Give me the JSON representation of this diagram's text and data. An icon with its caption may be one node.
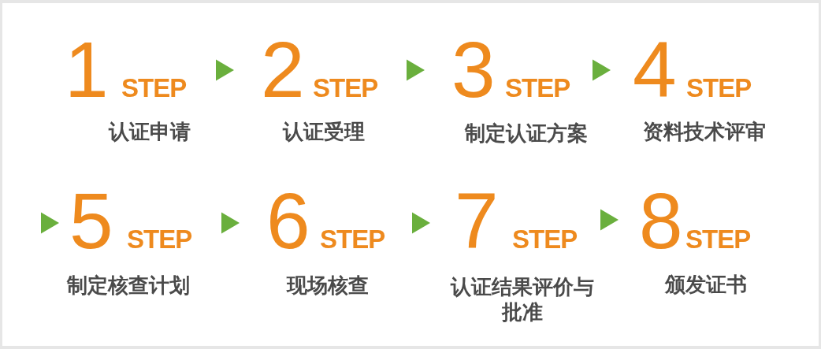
{
  "diagram": {
    "nodes": [
      {
        "text": [
          "1",
          "STEP",
          "认证申请"
        ]
      },
      {
        "text": [
          "2",
          "STEP",
          "认证受理"
        ]
      },
      {
        "text": [
          "3",
          "STEP",
          "制定认证方案"
        ]
      },
      {
        "text": [
          "4",
          "STEP",
          "资料技术评审"
        ]
      },
      {
        "text": [
          "5",
          "STEP",
          "制定核查计划"
        ]
      },
      {
        "text": [
          "6",
          "STEP",
          "现场核查"
        ]
      },
      {
        "text": [
          "7",
          "STEP",
          "认证结果评价与批准"
        ]
      },
      {
        "text": [
          "8",
          "STEP",
          "颁发证书"
        ]
      }
    ],
    "edges": [
      {
        "from": 0,
        "to": 1,
        "arrow": "to"
      },
      {
        "from": 1,
        "to": 2,
        "arrow": "to"
      },
      {
        "from": 2,
        "to": 3,
        "arrow": "to"
      },
      {
        "from": null,
        "to": 4,
        "arrow": "to"
      },
      {
        "from": 4,
        "to": 5,
        "arrow": "to"
      },
      {
        "from": 5,
        "to": 6,
        "arrow": "to"
      },
      {
        "from": 6,
        "to": 7,
        "arrow": "to"
      }
    ]
  }
}
